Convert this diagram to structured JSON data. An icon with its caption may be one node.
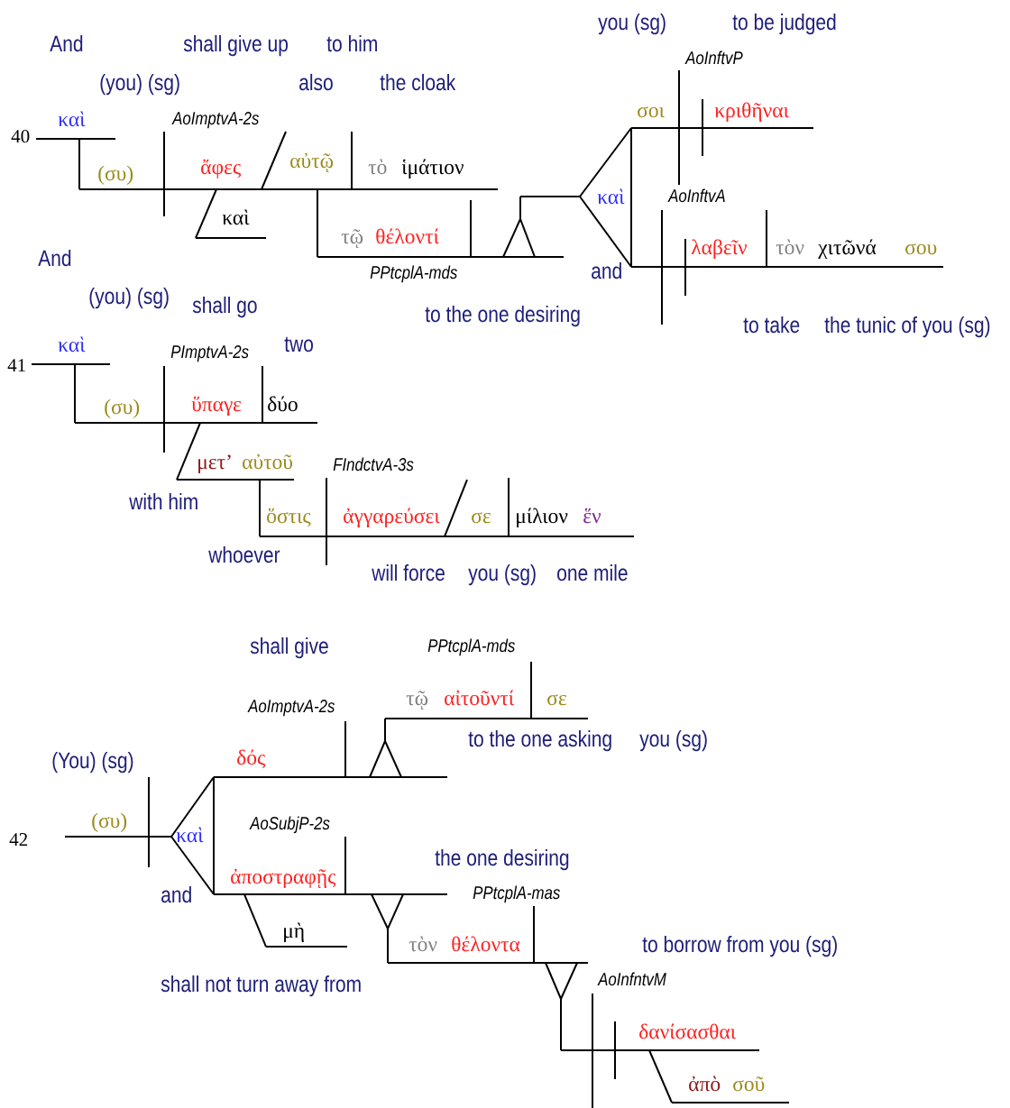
{
  "diagram": {
    "labels": [
      "you (sg)",
      "to be judged",
      "And",
      "shall give up",
      "to him",
      "AoInftvP",
      "(you) (sg)",
      "also",
      "the cloak",
      "καὶ",
      "AoImptvA-2s",
      "σοι",
      "κριθῆναι",
      "40",
      "(συ)",
      "ἄφες",
      "αὐτῷ",
      "τὸ",
      "ἱμάτιον",
      "καὶ",
      "AoInftvA",
      "καὶ",
      "τῷ",
      "θέλοντί",
      "λαβεῖν",
      "τὸν",
      "χιτῶνά",
      "σου",
      "And",
      "PPtcplA-mds",
      "and",
      "(you) (sg)",
      "shall go",
      "to the one desiring",
      "to take",
      "the tunic of you (sg)",
      "καὶ",
      "PImptvA-2s",
      "two",
      "41",
      "(συ)",
      "ὕπαγε",
      "δύο",
      "μετ’",
      "αὐτοῦ",
      "FIndctvA-3s",
      "with him",
      "ὅστις",
      "ἀγγαρεύσει",
      "σε",
      "μίλιον",
      "ἕν",
      "whoever",
      "will force",
      "you (sg)",
      "one mile",
      "shall give",
      "PPtcplA-mds",
      "τῷ",
      "αἰτοῦντί",
      "σε",
      "AoImptvA-2s",
      "to the one asking",
      "you (sg)",
      "(You) (sg)",
      "δός",
      "42",
      "(συ)",
      "καὶ",
      "AoSubjP-2s",
      "the one desiring",
      "ἀποστραφῇς",
      "and",
      "PPtcplA-mas",
      "μὴ",
      "τὸν",
      "θέλοντα",
      "to borrow from you (sg)",
      "shall not turn away from",
      "AoInfntvM",
      "δανίσασθαι",
      "ἀπὸ",
      "σοῦ"
    ]
  }
}
